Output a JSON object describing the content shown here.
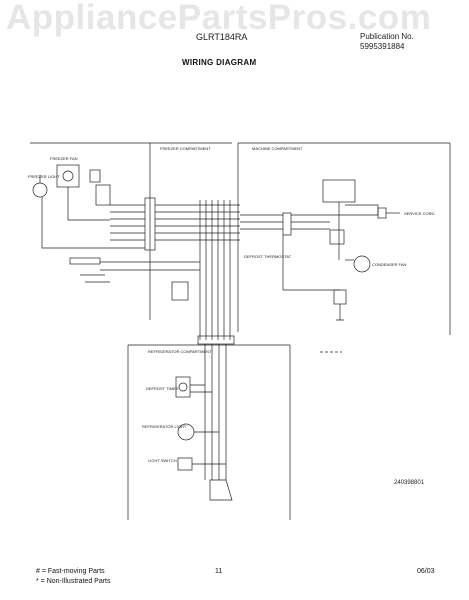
{
  "header": {
    "watermark": "AppliancePartsPros.com",
    "model": "GLRT184RA",
    "publication_label": "Publication No.",
    "publication_number": "5995391884",
    "title": "WIRING DIAGRAM"
  },
  "diagram": {
    "freezer_compartment": "FREEZER COMPARTMENT",
    "machine_compartment": "MACHINE COMPARTMENT",
    "refrigerator_compartment": "REFRIGERATOR COMPARTMENT",
    "freezer_fan": "FREEZER FAN",
    "freezer_light": "FREEZER LIGHT",
    "defrost_timer": "DEFROST TIMER",
    "refrigerator_light": "REFRIGERATOR LIGHT",
    "light_switch": "LIGHT SWITCH",
    "defrost_thermostat": "DEFROST THERMOSTAT",
    "condenser_fan": "CONDENSER FAN",
    "service_cord": "SERVICE CORD",
    "drawing_number": "240398801"
  },
  "footer": {
    "legend_fast": "# = Fast-moving Parts",
    "legend_non": "* = Non-Illustrated Parts",
    "page": "11",
    "date": "06/03"
  }
}
